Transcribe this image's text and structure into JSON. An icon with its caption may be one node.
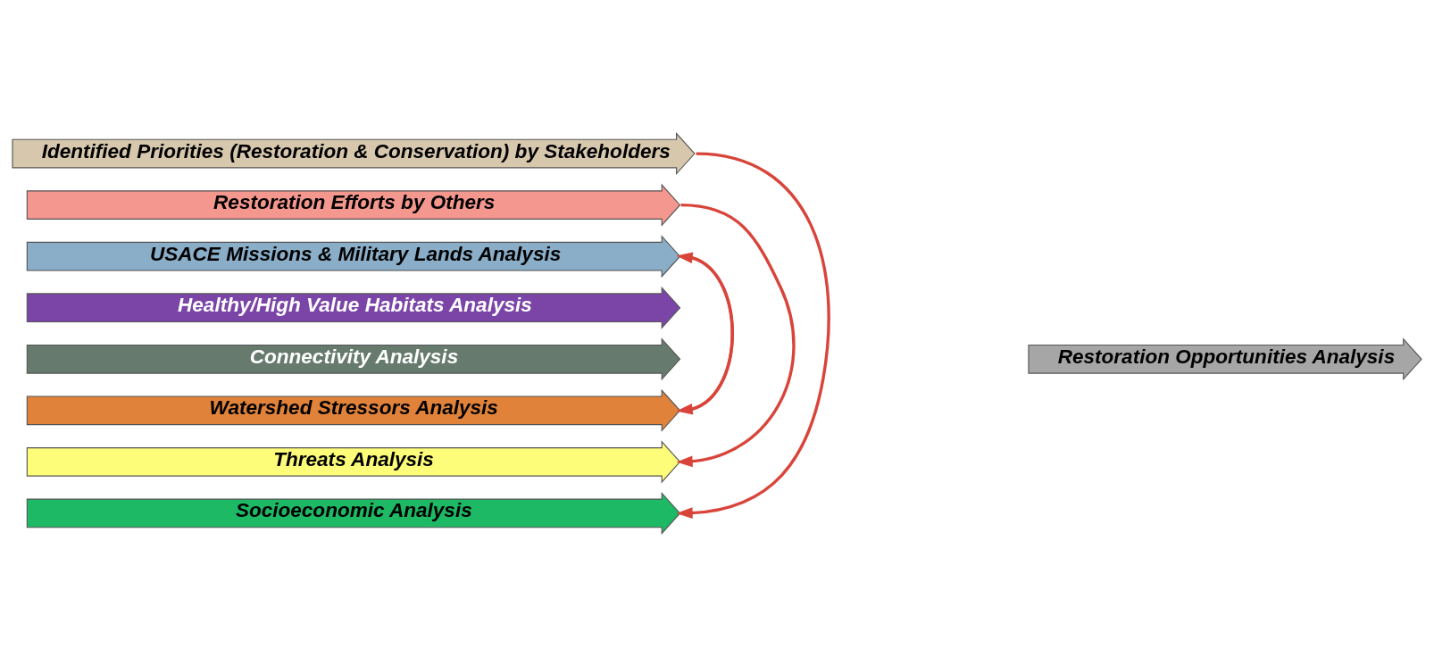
{
  "diagram": {
    "nodes": [
      {
        "text": [
          "Identified Priorities (Restoration & Conservation) by Stakeholders"
        ]
      },
      {
        "text": [
          "Restoration Efforts by Others"
        ]
      },
      {
        "text": [
          "USACE Missions & Military Lands Analysis"
        ]
      },
      {
        "text": [
          "Healthy/High Value Habitats Analysis"
        ]
      },
      {
        "text": [
          "Connectivity Analysis"
        ]
      },
      {
        "text": [
          "Watershed Stressors Analysis"
        ]
      },
      {
        "text": [
          "Threats Analysis"
        ]
      },
      {
        "text": [
          "Socioeconomic Analysis"
        ]
      },
      {
        "text": [
          "Restoration Opportunities Analysis"
        ]
      }
    ],
    "edges": [
      {
        "from": 0,
        "to": 7,
        "arrow": "to"
      },
      {
        "from": 1,
        "to": 6,
        "arrow": "to"
      },
      {
        "from": 2,
        "to": 5,
        "arrow": "to"
      },
      {
        "from": 5,
        "to": 2,
        "arrow": "to"
      }
    ]
  }
}
